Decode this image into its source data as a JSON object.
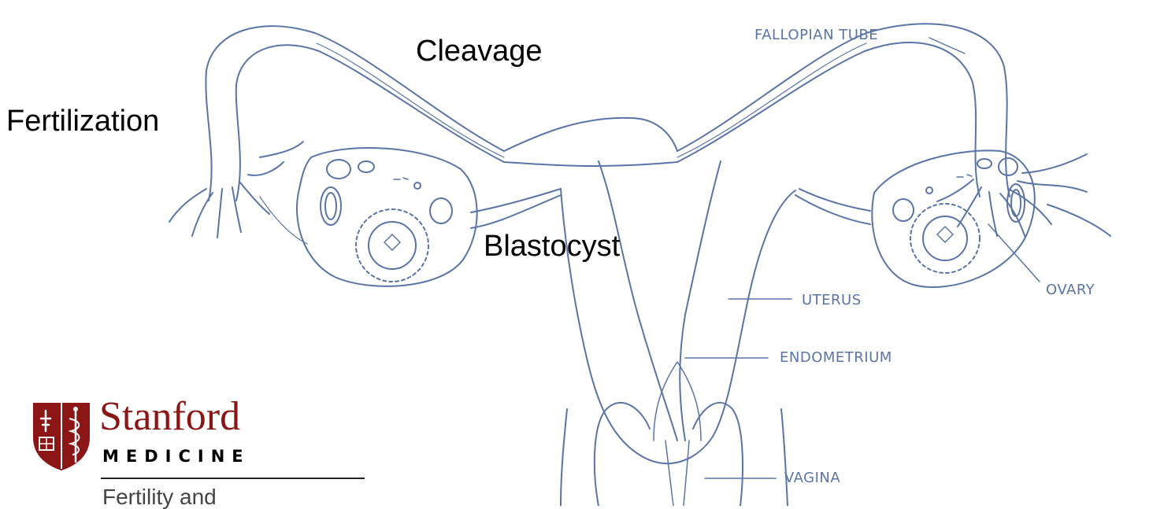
{
  "stage_labels": {
    "fertilization": "Fertilization",
    "cleavage": "Cleavage",
    "blastocyst": "Blastocyst"
  },
  "anatomy_labels": {
    "fallopian_tube": "FALLOPIAN TUBE",
    "ovary": "OVARY",
    "uterus": "UTERUS",
    "endometrium": "ENDOMETRIUM",
    "vagina": "VAGINA"
  },
  "logo": {
    "wordmark": "Stanford",
    "subline": "MEDICINE",
    "tagline": "Fertility and"
  },
  "colors": {
    "line": "#5a74a8",
    "brand": "#8c1515"
  }
}
